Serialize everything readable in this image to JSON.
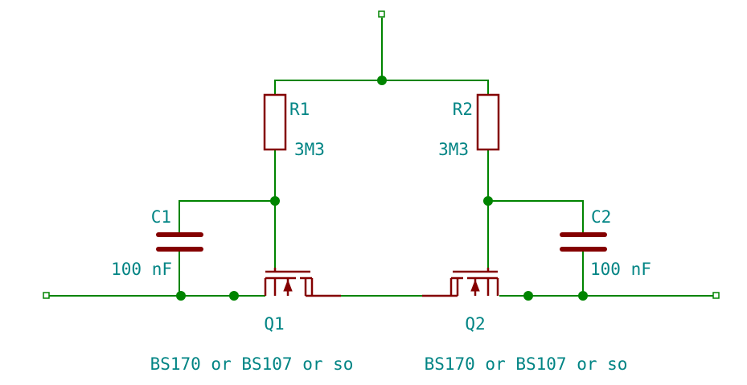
{
  "colors": {
    "wire": "#008400",
    "junction": "#008400",
    "component": "#840000",
    "label": "#008484",
    "terminal": "#008400",
    "background": "#ffffff"
  },
  "components": {
    "r1": {
      "ref": "R1",
      "value": "3M3"
    },
    "r2": {
      "ref": "R2",
      "value": "3M3"
    },
    "c1": {
      "ref": "C1",
      "value": "100 nF"
    },
    "c2": {
      "ref": "C2",
      "value": "100 nF"
    },
    "q1": {
      "ref": "Q1",
      "value": "BS170 or BS107 or so"
    },
    "q2": {
      "ref": "Q2",
      "value": "BS170 or BS107 or so"
    }
  }
}
